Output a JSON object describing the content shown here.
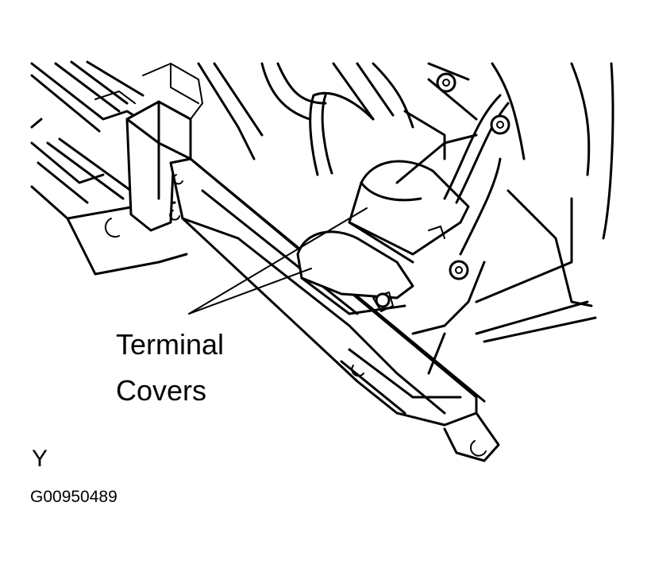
{
  "figure": {
    "callout_line_1": "Terminal",
    "callout_line_2": "Covers",
    "view_letter": "Y",
    "figure_id": "G00950489"
  }
}
